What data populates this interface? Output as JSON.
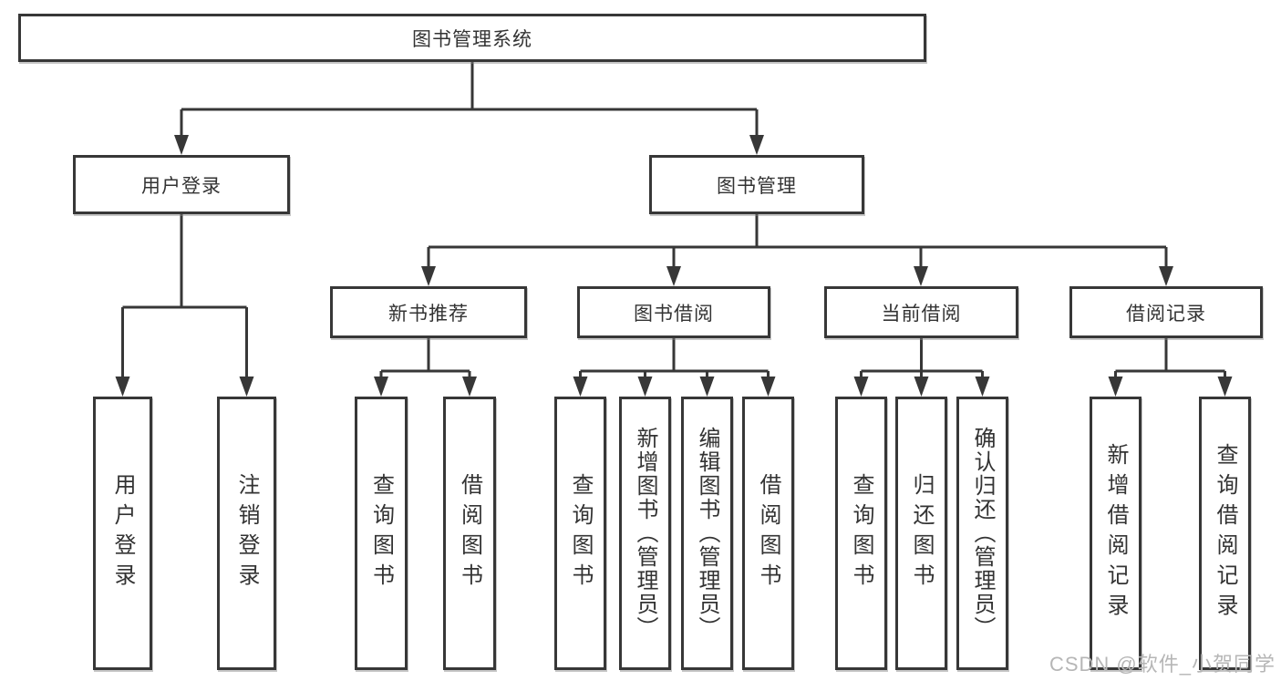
{
  "diagram": {
    "watermark": "CSDN @软件_小贺同学",
    "colors": {
      "line": "#373737",
      "box_border": "#373737",
      "box_fill": "#ffffff",
      "text": "#333333",
      "watermark": "#b6b6b6"
    },
    "root": {
      "label": "图书管理系统",
      "children": [
        {
          "label": "用户登录",
          "children": [
            {
              "label": "用户登录"
            },
            {
              "label": "注销登录"
            }
          ]
        },
        {
          "label": "图书管理",
          "children": [
            {
              "label": "新书推荐",
              "children": [
                {
                  "label": "查询图书"
                },
                {
                  "label": "借阅图书"
                }
              ]
            },
            {
              "label": "图书借阅",
              "children": [
                {
                  "label": "查询图书"
                },
                {
                  "label": "新增图书（管理员）"
                },
                {
                  "label": "编辑图书（管理员）"
                },
                {
                  "label": "借阅图书"
                }
              ]
            },
            {
              "label": "当前借阅",
              "children": [
                {
                  "label": "查询图书"
                },
                {
                  "label": "归还图书"
                },
                {
                  "label": "确认归还（管理员）"
                }
              ]
            },
            {
              "label": "借阅记录",
              "children": [
                {
                  "label": "新增借阅记录"
                },
                {
                  "label": "查询借阅记录"
                }
              ]
            }
          ]
        }
      ]
    }
  }
}
